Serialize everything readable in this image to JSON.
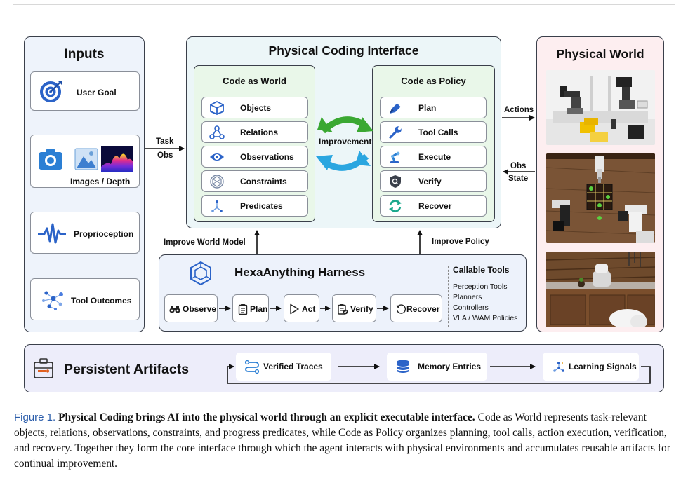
{
  "inputs": {
    "title": "Inputs",
    "items": [
      "User Goal",
      "Images / Depth",
      "Proprioception",
      "Tool Outcomes"
    ]
  },
  "pci": {
    "title": "Physical Coding Interface",
    "world": {
      "title": "Code as World",
      "items": [
        "Objects",
        "Relations",
        "Observations",
        "Constraints",
        "Predicates"
      ]
    },
    "policy": {
      "title": "Code as Policy",
      "items": [
        "Plan",
        "Tool Calls",
        "Execute",
        "Verify",
        "Recover"
      ]
    },
    "improvement": "Improvement"
  },
  "physical_world": {
    "title": "Physical World"
  },
  "arrows": {
    "task": "Task",
    "obs": "Obs",
    "actions": "Actions",
    "obs2": "Obs",
    "state": "State",
    "improve_world": "Improve World Model",
    "improve_policy": "Improve Policy"
  },
  "harness": {
    "title": "HexaAnything Harness",
    "steps": [
      "Observe",
      "Plan",
      "Act",
      "Verify",
      "Recover"
    ],
    "tools_title": "Callable Tools",
    "tools": [
      "Perception Tools",
      "Planners",
      "Controllers",
      "VLA / WAM Policies"
    ]
  },
  "artifacts": {
    "title": "Persistent Artifacts",
    "items": [
      "Verified Traces",
      "Memory Entries",
      "Learning Signals"
    ]
  },
  "caption": {
    "label": "Figure 1.",
    "bold": "Physical Coding brings AI into the physical world through an explicit executable interface.",
    "body": " Code as World represents task-relevant objects, relations, observations, constraints, and progress predicates, while Code as Policy organizes planning, tool calls, action execution, verification, and recovery. Together they form the core interface through which the agent interacts with physical environments and accumulates reusable artifacts for continual improvement."
  },
  "colors": {
    "accent_blue": "#2b63c8",
    "green": "#38a832",
    "cyan": "#2aa6e0",
    "caption_blue": "#2a5caa"
  }
}
